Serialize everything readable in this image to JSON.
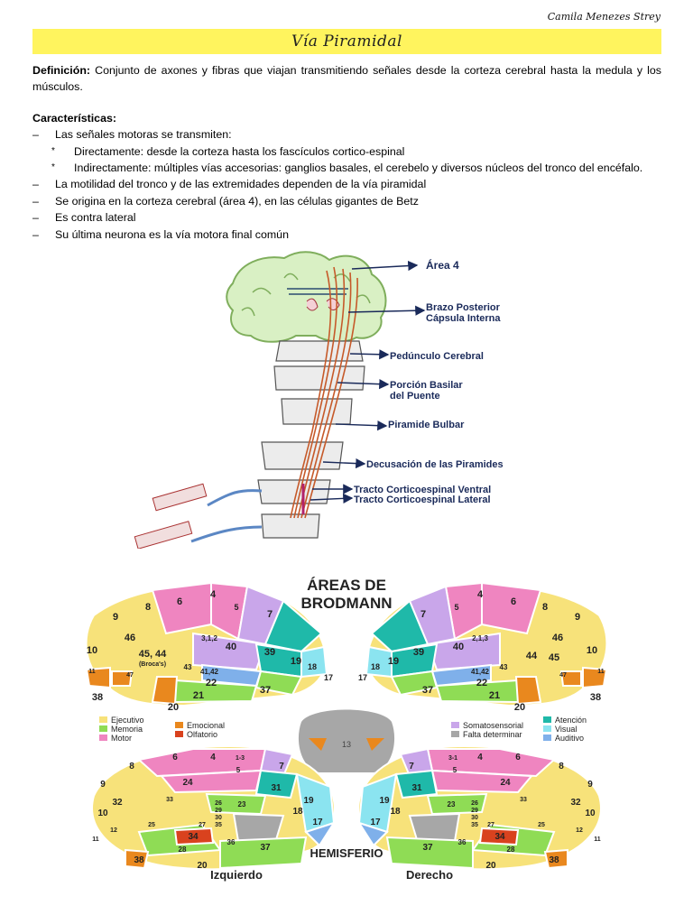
{
  "header": {
    "author": "Camila Menezes Strey",
    "title": "Vía Piramidal"
  },
  "definition": {
    "label": "Definición:",
    "text": " Conjunto de axones y fibras que viajan transmitiendo señales desde la corteza cerebral hasta la medula y los músculos."
  },
  "characteristics": {
    "heading": "Características:",
    "items": [
      {
        "marker": "–",
        "text": "Las señales motoras se transmiten:"
      },
      {
        "marker": "*",
        "label": "Directamente:",
        "text": " desde la corteza hasta los fascículos cortico-espinal"
      },
      {
        "marker": "*",
        "label": "Indirectamente:",
        "text": " múltiples vías accesorias: ganglios basales, el cerebelo y diversos núcleos del tronco del encéfalo."
      },
      {
        "marker": "–",
        "text": "La motilidad del tronco y de las extremidades dependen de la vía piramidal"
      },
      {
        "marker": "–",
        "text": "Se origina en la corteza cerebral (área 4), en las células gigantes de Betz"
      },
      {
        "marker": "–",
        "text": "Es contra lateral"
      },
      {
        "marker": "–",
        "text": "Su última neurona es la vía motora final común"
      }
    ]
  },
  "pathway_figure": {
    "labels": {
      "area4": "Área 4",
      "capsule_1": "Brazo Posterior",
      "capsule_2": "Cápsula Interna",
      "peduncle": "Pedúnculo Cerebral",
      "pons_1": "Porción Basilar",
      "pons_2": "del Puente",
      "pyramid": "Piramide Bulbar",
      "decussation": "Decusación de las Piramides",
      "ventral": "Tracto Corticoespinal Ventral",
      "lateral": "Tracto Corticoespinal Lateral"
    }
  },
  "brodmann_figure": {
    "title_1": "ÁREAS DE",
    "title_2": "BRODMANN",
    "hemisphere": "HEMISFERIO",
    "left": "Izquierdo",
    "right": "Derecho",
    "legend_left": [
      {
        "label": "Ejecutivo",
        "color": "#f7e27a"
      },
      {
        "label": "Memoria",
        "color": "#8fdc55"
      },
      {
        "label": "Motor",
        "color": "#ef85c0"
      },
      {
        "label": "Emocional",
        "color": "#e9881e"
      },
      {
        "label": "Olfatorio",
        "color": "#d9421e"
      }
    ],
    "legend_right": [
      {
        "label": "Somatosensorial",
        "color": "#c9a6ea"
      },
      {
        "label": "Falta determinar",
        "color": "#a7a7a7"
      },
      {
        "label": "Atención",
        "color": "#1fb9a9"
      },
      {
        "label": "Visual",
        "color": "#8be4f0"
      },
      {
        "label": "Auditivo",
        "color": "#7fb0ea"
      }
    ],
    "center_area": "13",
    "lateral_left": {
      "a4": "4",
      "a6": "6",
      "a5": "5",
      "a7": "7",
      "a9": "9",
      "a8": "8",
      "a46": "46",
      "a45_44": "45, 44",
      "broca": "(Broca's)",
      "a10": "10",
      "a3_1_2": "3,1,2",
      "a40": "40",
      "a39": "39",
      "a43": "43",
      "a41_42": "41,42",
      "a22": "22",
      "a19": "19",
      "a18": "18",
      "a17": "17",
      "a11": "11",
      "a47": "47",
      "a38": "38",
      "a21": "21",
      "a37": "37",
      "a20": "20"
    },
    "lateral_right": {
      "a4": "4",
      "a6": "6",
      "a5": "5",
      "a7": "7",
      "a9": "9",
      "a8": "8",
      "a46": "46",
      "a44": "44",
      "a45": "45",
      "a10": "10",
      "a2_1_3": "2,1,3",
      "a40": "40",
      "a39": "39",
      "a43": "43",
      "a41_42": "41,42",
      "a22": "22",
      "a19": "19",
      "a18": "18",
      "a17": "17",
      "a11": "11",
      "a47": "47",
      "a38": "38",
      "a21": "21",
      "a37": "37",
      "a20": "20"
    },
    "medial_left": {
      "a6": "6",
      "a4": "4",
      "a1_3": "1-3",
      "a5": "5",
      "a8": "8",
      "a9": "9",
      "a24": "24",
      "a7": "7",
      "a32": "32",
      "a31": "31",
      "a23": "23",
      "a33": "33",
      "a10": "10",
      "a26": "26",
      "a29": "29",
      "a30": "30",
      "a19": "19",
      "a27": "27",
      "a35": "35",
      "a18": "18",
      "a25": "25",
      "a17": "17",
      "a12": "12",
      "a11": "11",
      "a34": "34",
      "a36": "36",
      "a28": "28",
      "a38": "38",
      "a37": "37",
      "a20": "20"
    },
    "medial_right": {
      "a4": "4",
      "a6": "6",
      "a3_1": "3-1",
      "a5": "5",
      "a8": "8",
      "a9": "9",
      "a24": "24",
      "a7": "7",
      "a32": "32",
      "a31": "31",
      "a23": "23",
      "a33": "33",
      "a10": "10",
      "a26": "26",
      "a29": "29",
      "a30": "30",
      "a19": "19",
      "a27": "27",
      "a35": "35",
      "a18": "18",
      "a25": "25",
      "a17": "17",
      "a12": "12",
      "a11": "11",
      "a34": "34",
      "a36": "36",
      "a28": "28",
      "a38": "38",
      "a37": "37",
      "a20": "20"
    }
  }
}
